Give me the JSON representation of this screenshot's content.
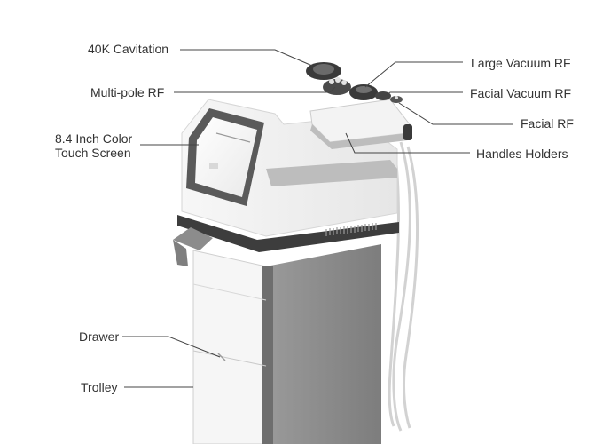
{
  "labels": {
    "cavitation": "40K Cavitation",
    "multipole_rf": "Multi-pole RF",
    "touch_screen_line1": "8.4 Inch Color",
    "touch_screen_line2": "Touch Screen",
    "drawer": "Drawer",
    "trolley": "Trolley",
    "large_vacuum_rf": "Large Vacuum RF",
    "facial_vacuum_rf": "Facial Vacuum RF",
    "facial_rf": "Facial RF",
    "handles_holders": "Handles Holders"
  },
  "colors": {
    "body_white": "#f4f4f4",
    "panel_gray": "#8f8f8f",
    "dark_gray": "#4a4a4a",
    "accent_gray": "#b5b5b5",
    "leader_line": "#444444",
    "text": "#333333"
  }
}
